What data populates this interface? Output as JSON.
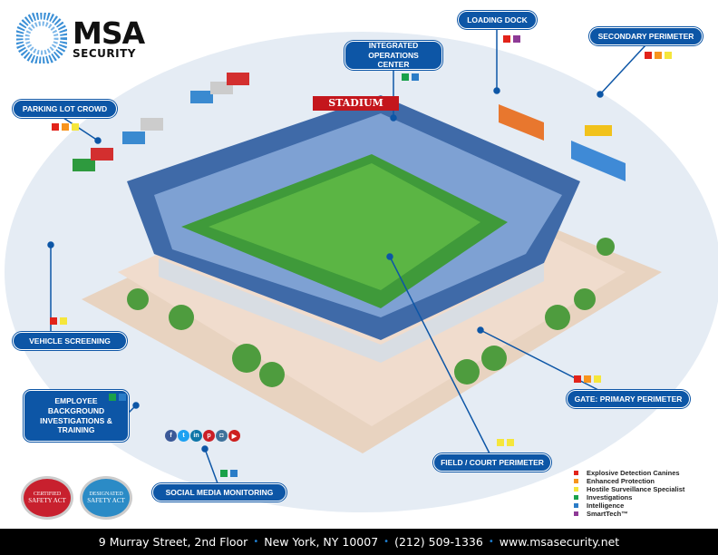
{
  "brand": {
    "name": "MSA",
    "sub": "SECURITY"
  },
  "stadium_sign": "STADIUM",
  "labels": {
    "loading_dock": "LOADING DOCK",
    "secondary_perimeter": "SECONDARY PERIMETER",
    "operations_center": "INTEGRATED OPERATIONS CENTER",
    "parking_lot": "PARKING LOT CROWD",
    "vehicle_screening": "VEHICLE SCREENING",
    "employee": "EMPLOYEE BACKGROUND INVESTIGATIONS & TRAINING",
    "social_media": "SOCIAL MEDIA MONITORING",
    "field_perimeter": "FIELD / COURT PERIMETER",
    "gate": "GATE: PRIMARY PERIMETER"
  },
  "legend": [
    {
      "label": "Explosive Detection Canines",
      "color": "#e2231a"
    },
    {
      "label": "Enhanced Protection",
      "color": "#f7941d"
    },
    {
      "label": "Hostile Surveillance Specialist",
      "color": "#f5e63b"
    },
    {
      "label": "Investigations",
      "color": "#1aa14a"
    },
    {
      "label": "Intelligence",
      "color": "#2a7cc7"
    },
    {
      "label": "SmartTech™",
      "color": "#8e3a96"
    }
  ],
  "social_icons": [
    "facebook-icon",
    "twitter-icon",
    "linkedin-icon",
    "pinterest-icon",
    "instagram-icon",
    "youtube-icon"
  ],
  "badges": [
    {
      "top": "CERTIFIED",
      "main": "SAFETY ACT",
      "color": "#c8202e"
    },
    {
      "top": "DESIGNATED",
      "main": "SAFETY ACT",
      "color": "#2b8bc6"
    }
  ],
  "footer": {
    "address": "9 Murray Street, 2nd Floor",
    "city": "New York, NY 10007",
    "phone": "(212) 509-1336",
    "web": "www.msasecurity.net"
  }
}
